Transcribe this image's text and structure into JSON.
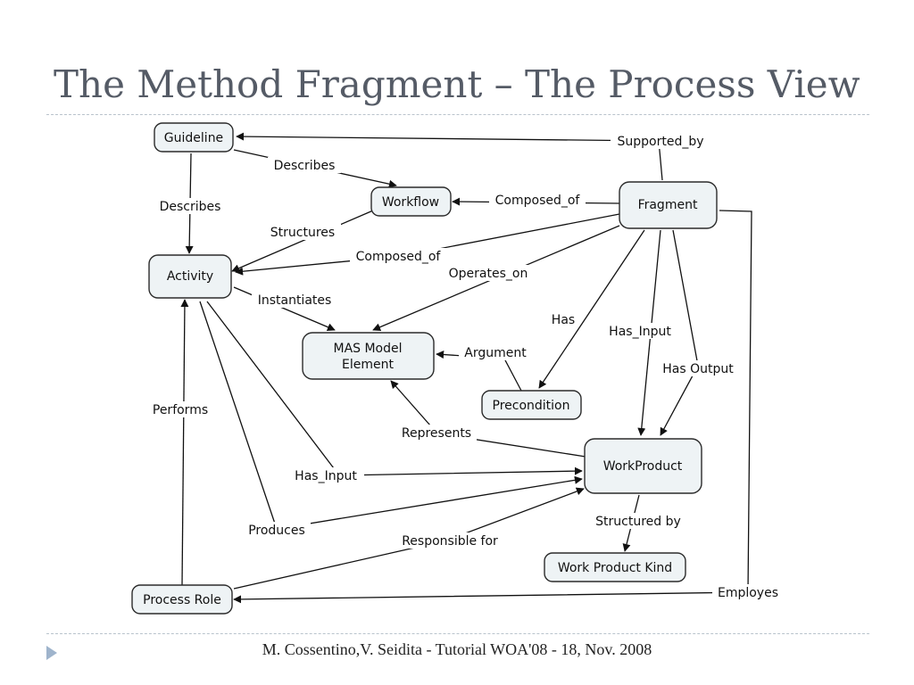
{
  "slide": {
    "title": "The Method Fragment – The Process View",
    "footer": "M. Cossentino,V. Seidita - Tutorial WOA'08 - 18, Nov. 2008"
  },
  "nodes": {
    "guideline": "Guideline",
    "workflow": "Workflow",
    "fragment": "Fragment",
    "activity": "Activity",
    "mas_line1": "MAS Model",
    "mas_line2": "Element",
    "precondition": "Precondition",
    "workproduct": "WorkProduct",
    "wpkind": "Work Product Kind",
    "processrole": "Process Role"
  },
  "edges": {
    "supported_by": "Supported_by",
    "describes_wf": "Describes",
    "describes_act": "Describes",
    "composed_of_wf": "Composed_of",
    "structures": "Structures",
    "composed_of_act": "Composed_of",
    "operates_on": "Operates_on",
    "instantiates": "Instantiates",
    "has": "Has",
    "has_input_frag": "Has_Input",
    "has_output": "Has Output",
    "argument": "Argument",
    "performs": "Performs",
    "represents": "Represents",
    "has_input_act": "Has_Input",
    "produces": "Produces",
    "structured_by": "Structured by",
    "responsible_for": "Responsible for",
    "employes": "Employes"
  }
}
